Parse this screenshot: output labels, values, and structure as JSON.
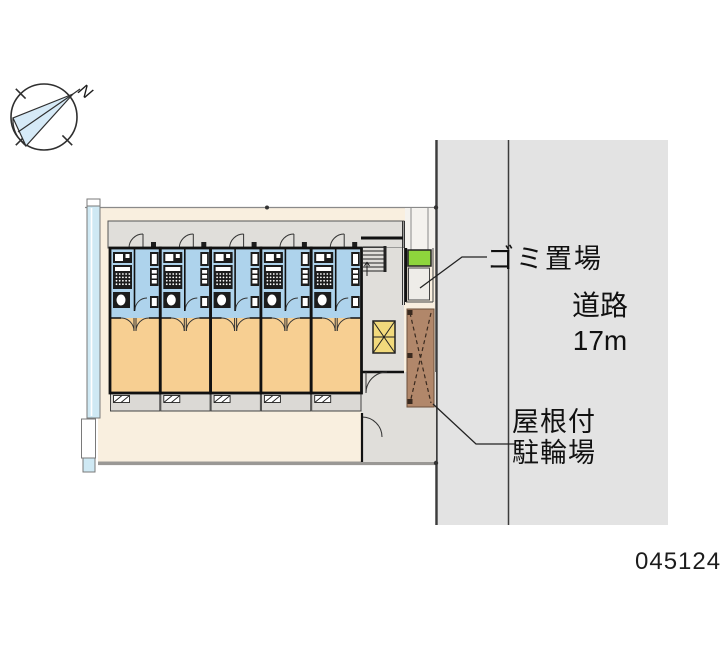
{
  "plan": {
    "number": "045124",
    "labels": {
      "garbage": "ゴミ置場",
      "road_name": "道路",
      "road_width": "17m",
      "bike_line1": "屋根付",
      "bike_line2": "駐輪場"
    },
    "compass": {
      "north": "N"
    },
    "units_count": 5,
    "colors": {
      "road": "#e3e3e3",
      "road_border": "#3c3c3c",
      "site_ground": "#f9efdf",
      "corridor_gray": "#e0deda",
      "room_orange": "#f7cf92",
      "wet_area_blue": "#aed3ec",
      "balcony_gray": "#dbd9d5",
      "garbage_box_green": "#8ed53c",
      "elevator_yellow": "#f2da7c",
      "bike_parking_brown": "#b1876a",
      "fence_blue": "#cfe9f4",
      "compass_needle_blue": "#d6eaf7",
      "outline_black": "#111111"
    }
  }
}
